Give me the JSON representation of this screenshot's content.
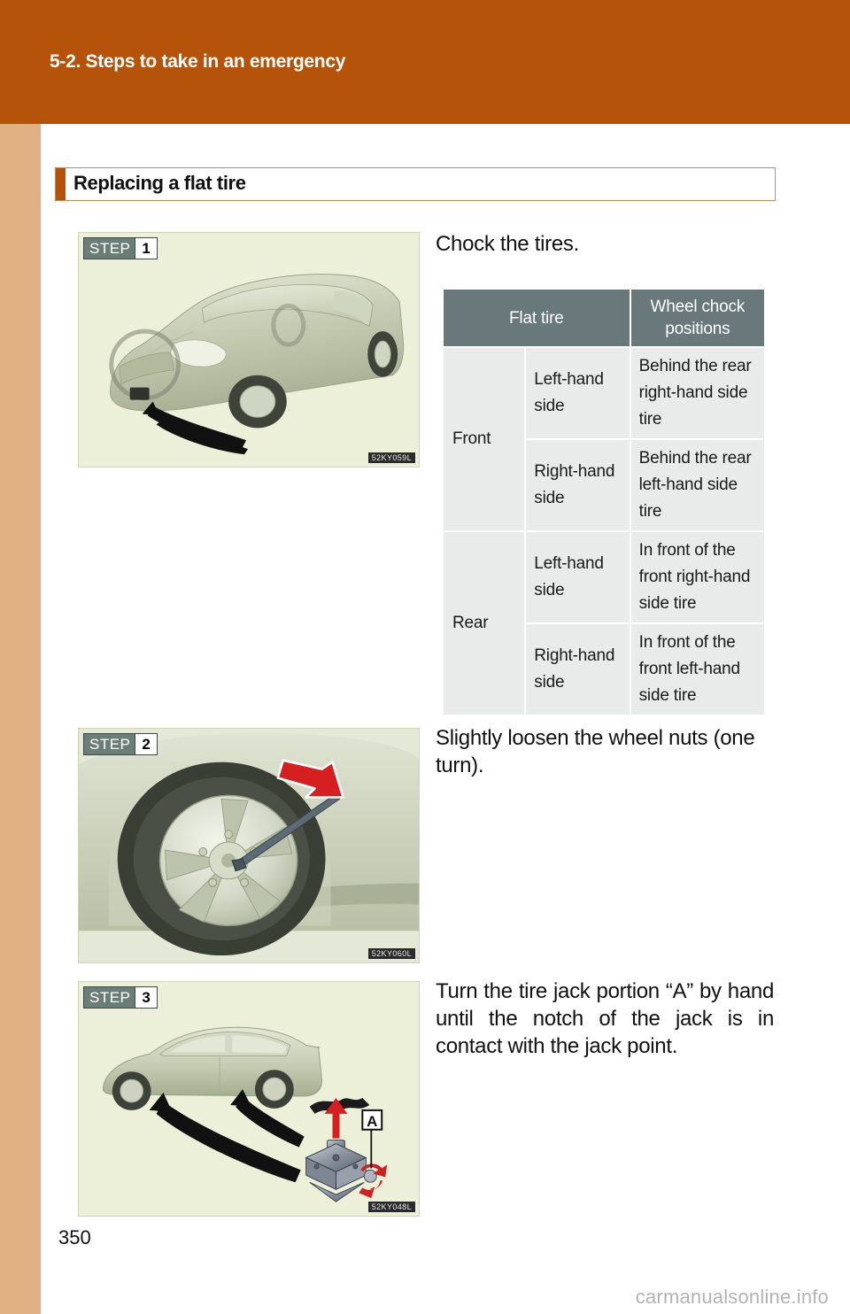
{
  "header": {
    "chapter_title": "5-2. Steps to take in an emergency",
    "banner_color": "#b45309"
  },
  "section": {
    "title": "Replacing a flat tire",
    "accent_color": "#b45309",
    "border_color": "#c78a4e"
  },
  "steps": [
    {
      "badge_word": "STEP",
      "badge_number": "1",
      "figure_code": "52KY059L",
      "figure_alt": "front three-quarter view of sedan with wheel chock arrow at front bumper",
      "instruction": "Chock the tires."
    },
    {
      "badge_word": "STEP",
      "badge_number": "2",
      "figure_code": "52KY060L",
      "figure_alt": "close-up of front wheel with wheel nut wrench and red arrow",
      "instruction": "Slightly loosen the wheel nuts (one turn)."
    },
    {
      "badge_word": "STEP",
      "badge_number": "3",
      "figure_code": "52KY048L",
      "figure_alt": "side view of sedan with scissor jack and label A",
      "instruction": "Turn the tire jack portion “A” by hand until the notch of the jack is in contact with the jack point.",
      "callout_label": "A"
    }
  ],
  "chock_table": {
    "headers": [
      "Flat tire",
      "Wheel chock positions"
    ],
    "header_bg": "#69787a",
    "cell_bg": "#e8ebea",
    "rows": [
      {
        "axle": "Front",
        "side": "Left-hand side",
        "position": "Behind the rear right-hand side tire"
      },
      {
        "axle": "Front",
        "side": "Right-hand side",
        "position": "Behind the rear left-hand side tire"
      },
      {
        "axle": "Rear",
        "side": "Left-hand side",
        "position": "In front of the front right-hand side tire"
      },
      {
        "axle": "Rear",
        "side": "Right-hand side",
        "position": "In front of the front left-hand side tire"
      }
    ]
  },
  "footer": {
    "page_number": "350",
    "site": "carmanualsonline.info"
  }
}
